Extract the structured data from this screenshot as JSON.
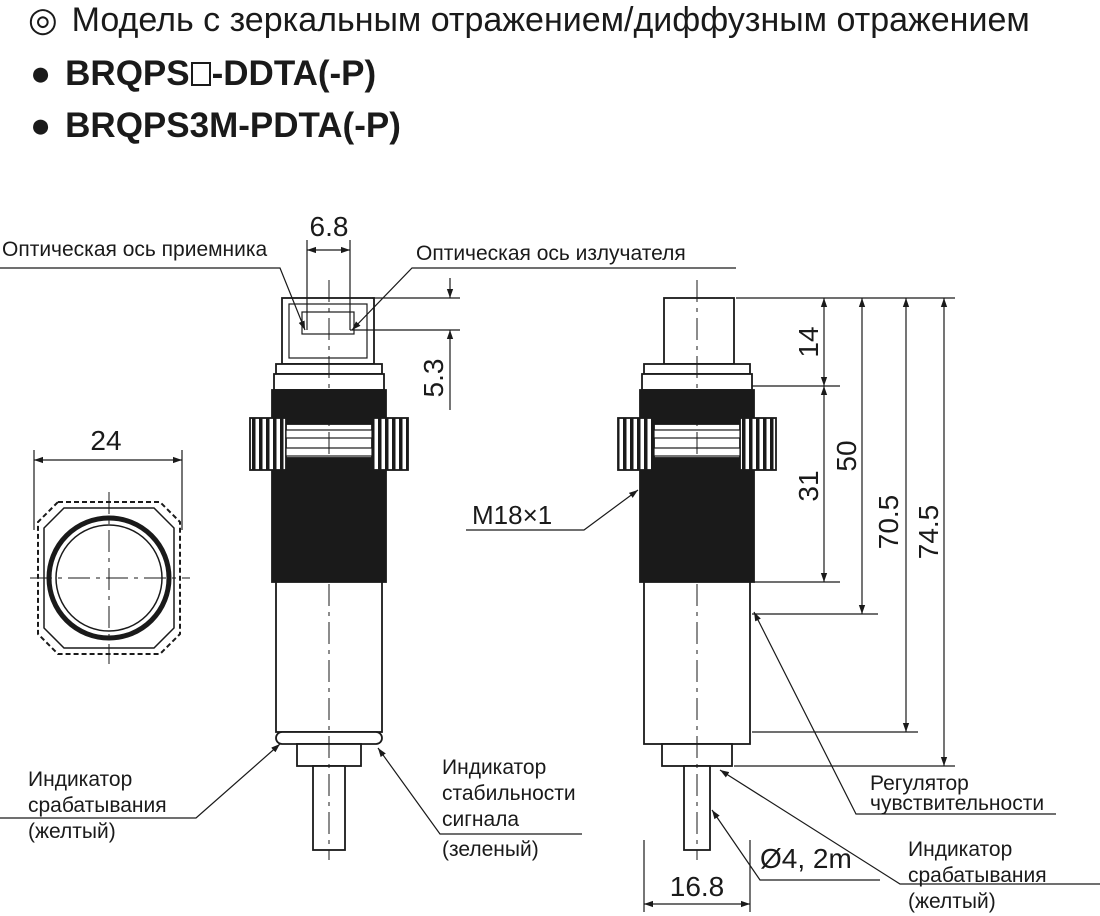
{
  "heading": {
    "symbol": "◎",
    "title": "Модель с зеркальным отражением/диффузным отражением",
    "bullet": "●",
    "model_1_prefix": "BRQPS",
    "model_1_suffix": "-DDTA(-P)",
    "model_2": "BRQPS3M-PDTA(-P)"
  },
  "dimensions": {
    "width_top": "6.8",
    "lens_offset": "5.3",
    "nut_width": "24",
    "h_14": "14",
    "h_31": "31",
    "h_50": "50",
    "h_70_5": "70.5",
    "h_74_5": "74.5",
    "thread": "M18×1",
    "cable": "Ø4, 2m",
    "bottom_width": "16.8"
  },
  "labels": {
    "receiver_axis": "Оптическая ось приемника",
    "emitter_axis": "Оптическая ось излучателя",
    "op_ind_1": "Индикатор",
    "op_ind_2": "срабатывания",
    "op_ind_3": "(желтый)",
    "st_ind_1": "Индикатор",
    "st_ind_2": "стабильности",
    "st_ind_3": "сигнала",
    "st_ind_4": "(зеленый)",
    "sens_1": "Регулятор",
    "sens_2": "чувствительности",
    "op_ind2_1": "Индикатор",
    "op_ind2_2": "срабатывания",
    "op_ind2_3": "(желтый)"
  }
}
